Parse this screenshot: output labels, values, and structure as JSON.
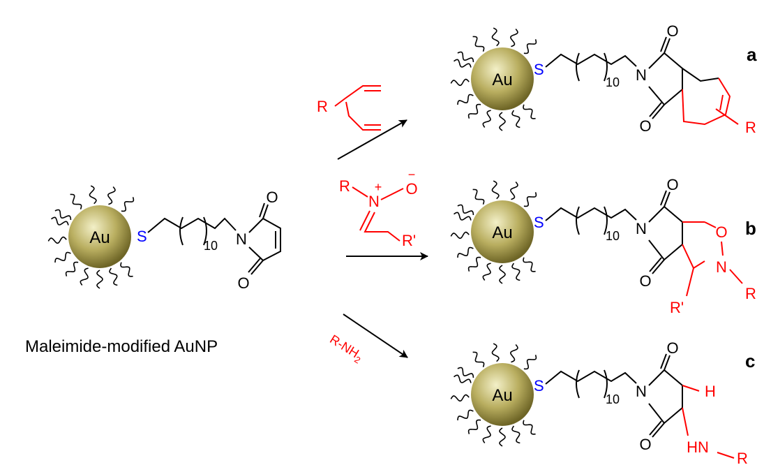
{
  "colors": {
    "gold_center": "#f3f0c8",
    "gold_mid": "#b9ae60",
    "gold_edge": "#6e6526",
    "reagent": "#ff0000",
    "sulfur": "#0000ff",
    "bond": "#000000"
  },
  "starting_material": {
    "core_label": "Au",
    "sulfur": "S",
    "chain_repeat": "10",
    "nitrogen": "N",
    "oxygen_top": "O",
    "oxygen_bottom": "O",
    "caption": "Maleimide-modified AuNP"
  },
  "reagents": {
    "diene": {
      "r": "R"
    },
    "nitrone": {
      "r": "R",
      "n": "N",
      "o": "O",
      "plus": "+",
      "minus": "−",
      "r_prime": "R'"
    },
    "amine": {
      "label": "R-NH",
      "subscript": "2"
    }
  },
  "products": {
    "a": {
      "tag": "a",
      "core_label": "Au",
      "sulfur": "S",
      "chain_repeat": "10",
      "nitrogen": "N",
      "oxygen_top": "O",
      "oxygen_bottom": "O",
      "r": "R"
    },
    "b": {
      "tag": "b",
      "core_label": "Au",
      "sulfur": "S",
      "chain_repeat": "10",
      "nitrogen": "N",
      "oxygen_top": "O",
      "oxygen_bottom": "O",
      "ring_oxygen": "O",
      "ring_nitrogen": "N",
      "r": "R",
      "r_prime": "R'"
    },
    "c": {
      "tag": "c",
      "core_label": "Au",
      "sulfur": "S",
      "chain_repeat": "10",
      "nitrogen": "N",
      "oxygen_top": "O",
      "oxygen_bottom": "O",
      "h": "H",
      "hn": "HN",
      "r": "R"
    }
  }
}
